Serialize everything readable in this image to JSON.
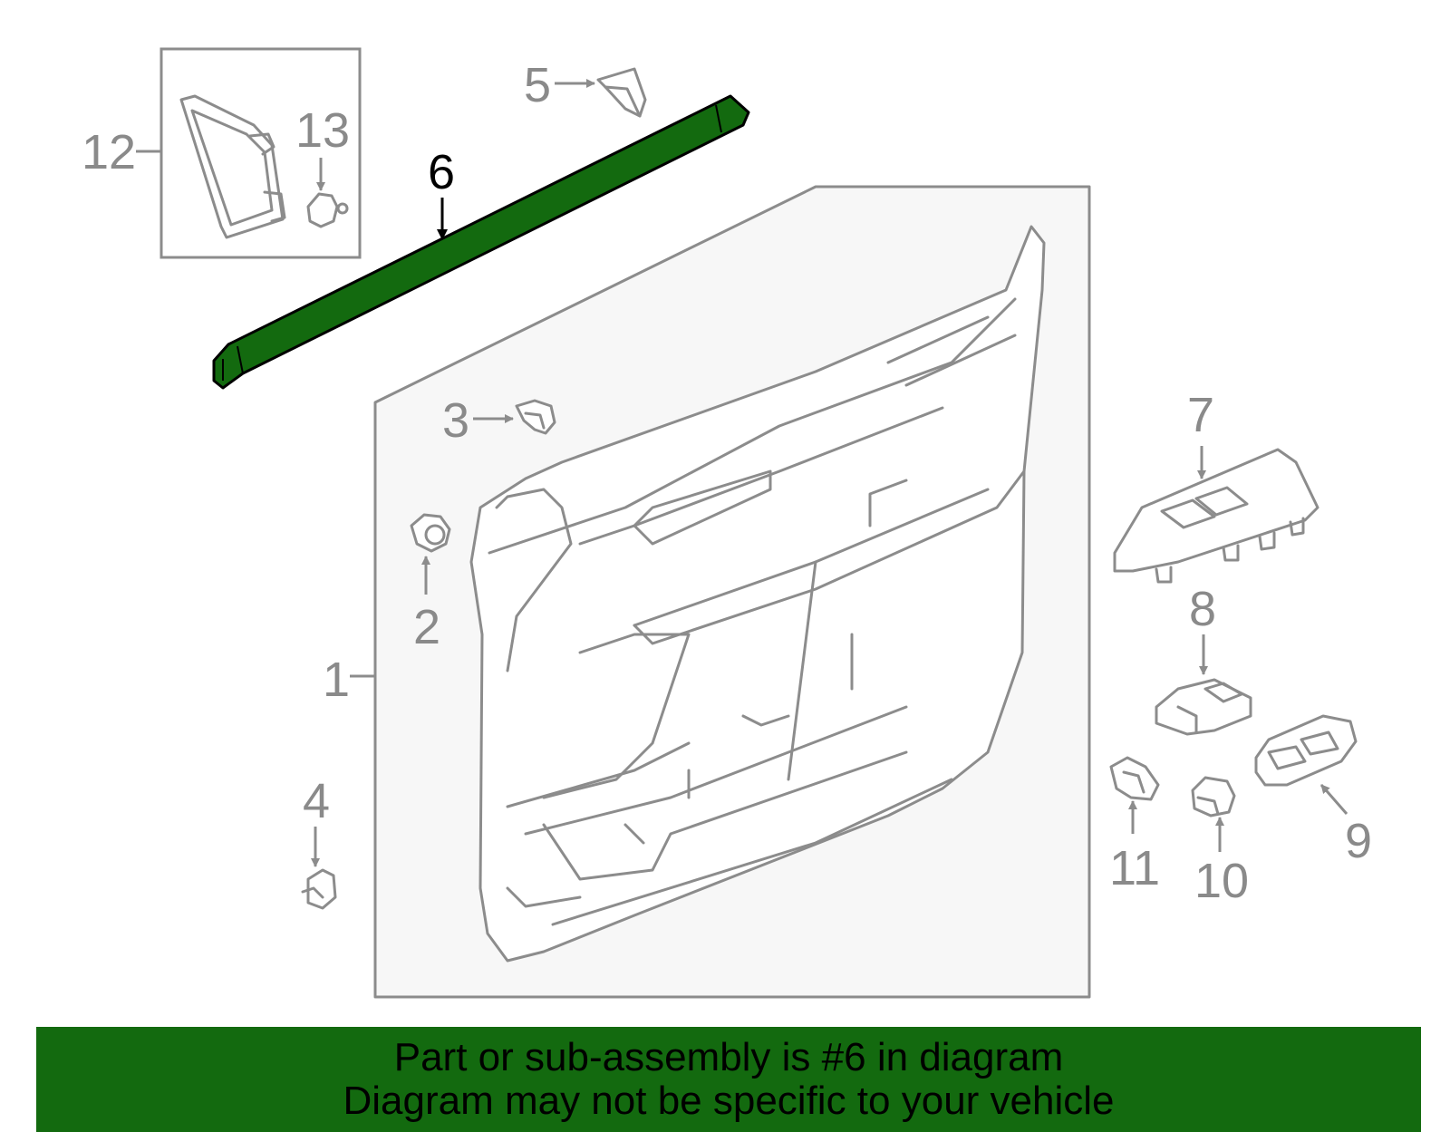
{
  "highlight_color": "#136a0f",
  "callouts": {
    "c1": "1",
    "c2": "2",
    "c3": "3",
    "c4": "4",
    "c5": "5",
    "c6": "6",
    "c7": "7",
    "c8": "8",
    "c9": "9",
    "c10": "10",
    "c11": "11",
    "c12": "12",
    "c13": "13"
  },
  "highlighted_part": "6",
  "banner": {
    "line1": "Part or sub-assembly is #6 in diagram",
    "line2": "Diagram may not be specific to your vehicle"
  }
}
